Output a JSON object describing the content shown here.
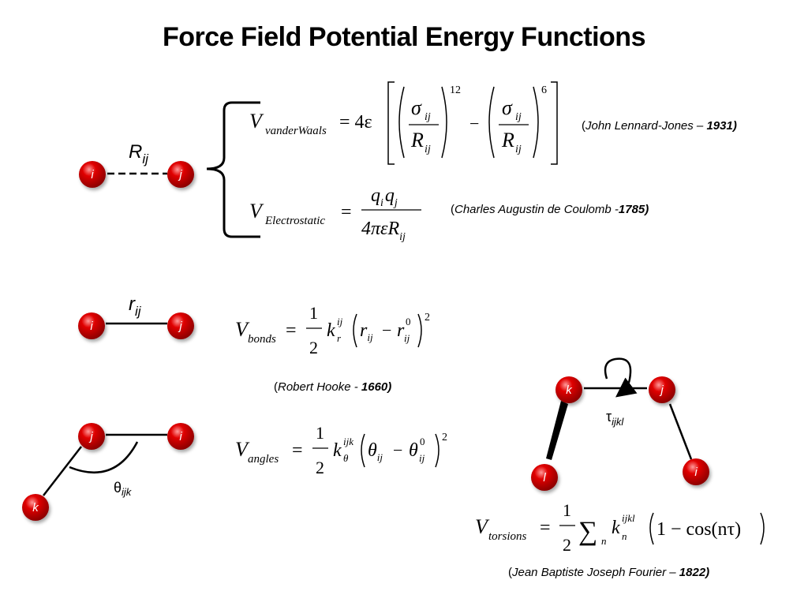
{
  "title": "Force Field Potential Energy Functions",
  "atoms": {
    "i": "i",
    "j": "j",
    "k": "k",
    "l": "l"
  },
  "labels": {
    "R_main": "R",
    "R_sub": "ij",
    "r_main": "r",
    "r_sub": "ij",
    "theta_main": "θ",
    "theta_sub": "ijk",
    "tau_main": "τ",
    "tau_sub": "ijkl"
  },
  "equations": {
    "vdw": {
      "V": "V",
      "sub": "vanderWaals",
      "prefix": "= 4ε",
      "sigma": "σ",
      "ij": "ij",
      "R": "R",
      "exp12": "12",
      "exp6": "6",
      "minus": "−"
    },
    "elec": {
      "V": "V",
      "sub": "Electrostatic",
      "eq": "=",
      "num": "q",
      "num_i": "i",
      "num2": "q",
      "num_j": "j",
      "den": "4πεR",
      "den_sub": "ij"
    },
    "bonds": {
      "V": "V",
      "sub": "bonds",
      "eq": "=",
      "one": "1",
      "two": "2",
      "k": "k",
      "k_sub": "r",
      "k_sup": "ij",
      "term": "r",
      "term_sub": "ij",
      "minus": "−",
      "term0": "r",
      "term0_sub": "ij",
      "term0_sup": "0",
      "exp": "2"
    },
    "angles": {
      "V": "V",
      "sub": "angles",
      "eq": "=",
      "one": "1",
      "two": "2",
      "k": "k",
      "k_sub": "θ",
      "k_sup": "ijk",
      "term": "θ",
      "term_sub": "ij",
      "minus": "−",
      "term0": "θ",
      "term0_sub": "ij",
      "term0_sup": "0",
      "exp": "2"
    },
    "torsions": {
      "V": "V",
      "sub": "torsions",
      "eq": "=",
      "one": "1",
      "two": "2",
      "sum": "∑",
      "sum_sub": "n",
      "k": "k",
      "k_sub": "n",
      "k_sup": "ijkl",
      "body": "1 − cos(nτ)"
    }
  },
  "citations": {
    "lennard_jones": {
      "open": "(",
      "name": "John Lennard-Jones – ",
      "year": "1931)"
    },
    "coulomb": {
      "open": "(",
      "name": "Charles Augustin de Coulomb -",
      "year": "1785)"
    },
    "hooke": {
      "open": "(",
      "name": "Robert Hooke - ",
      "year": "1660)"
    },
    "fourier": {
      "open": "(",
      "name": "Jean Baptiste Joseph Fourier – ",
      "year": "1822)"
    }
  },
  "colors": {
    "atom_fill": "#e00000",
    "atom_dark": "#8a0000",
    "atom_highlight": "#ff9a9a"
  }
}
